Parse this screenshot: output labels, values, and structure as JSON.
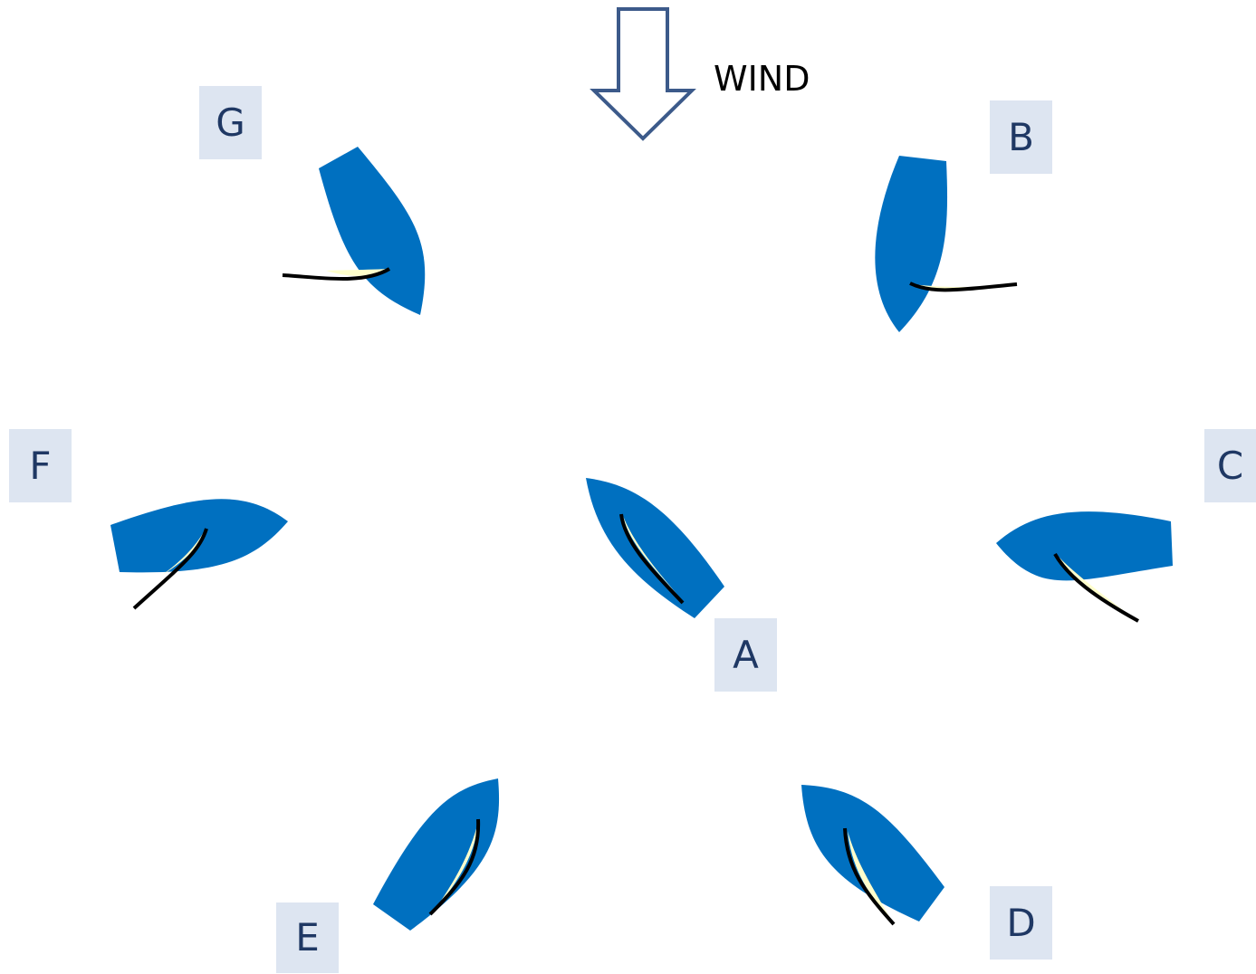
{
  "wind": {
    "label": "WIND",
    "arrow_icon": "down-arrow-icon",
    "arrow_color": "#3C5A8A"
  },
  "colors": {
    "hull": "#0070C0",
    "sail_line": "#000000",
    "sail_highlight": "#FFFFCC",
    "label_box_bg": "#DDE5F1",
    "label_text": "#1F3864",
    "wind_text": "#000000"
  },
  "boats": [
    {
      "id": "A",
      "label": "A"
    },
    {
      "id": "B",
      "label": "B"
    },
    {
      "id": "C",
      "label": "C"
    },
    {
      "id": "D",
      "label": "D"
    },
    {
      "id": "E",
      "label": "E"
    },
    {
      "id": "F",
      "label": "F"
    },
    {
      "id": "G",
      "label": "G"
    }
  ]
}
